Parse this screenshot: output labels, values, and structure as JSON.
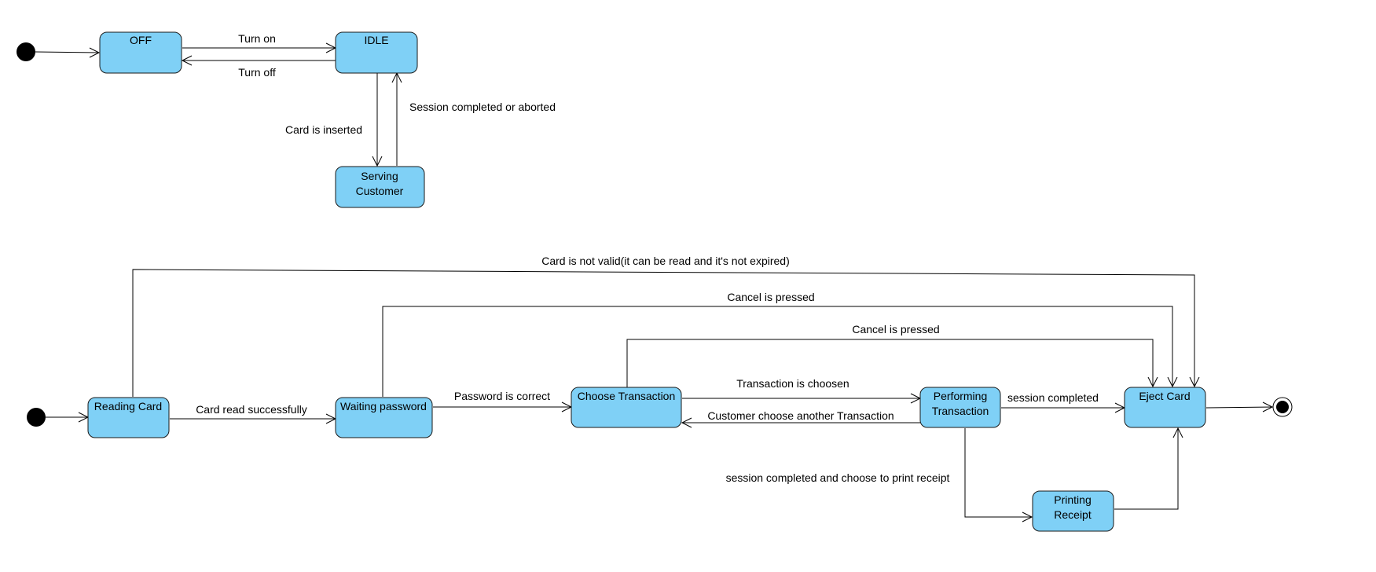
{
  "colors": {
    "state_fill": "#7fd0f6",
    "stroke": "#1a1a1a"
  },
  "states": {
    "off": [
      "OFF"
    ],
    "idle": [
      "IDLE"
    ],
    "serving_customer": [
      "Serving",
      "Customer"
    ],
    "reading_card": [
      "Reading Card"
    ],
    "waiting_password": [
      "Waiting password"
    ],
    "choose_transaction": [
      "Choose Transaction"
    ],
    "performing_transaction": [
      "Performing",
      "Transaction"
    ],
    "printing_receipt": [
      "Printing",
      "Receipt"
    ],
    "eject_card": [
      "Eject Card"
    ]
  },
  "transitions": {
    "turn_on": "Turn on",
    "turn_off": "Turn off",
    "card_is_inserted": "Card is inserted",
    "session_completed_or_aborted": "Session completed or aborted",
    "card_read_successfully": "Card read successfully",
    "password_is_correct": "Password is correct",
    "transaction_is_choosen": "Transaction is choosen",
    "customer_choose_another": "Customer choose another Transaction",
    "session_completed": "session completed",
    "session_completed_print": "session completed and choose to print receipt",
    "card_not_valid": "Card is not valid(it can be read and it's not expired)",
    "cancel_pressed_1": "Cancel is pressed",
    "cancel_pressed_2": "Cancel is pressed"
  }
}
